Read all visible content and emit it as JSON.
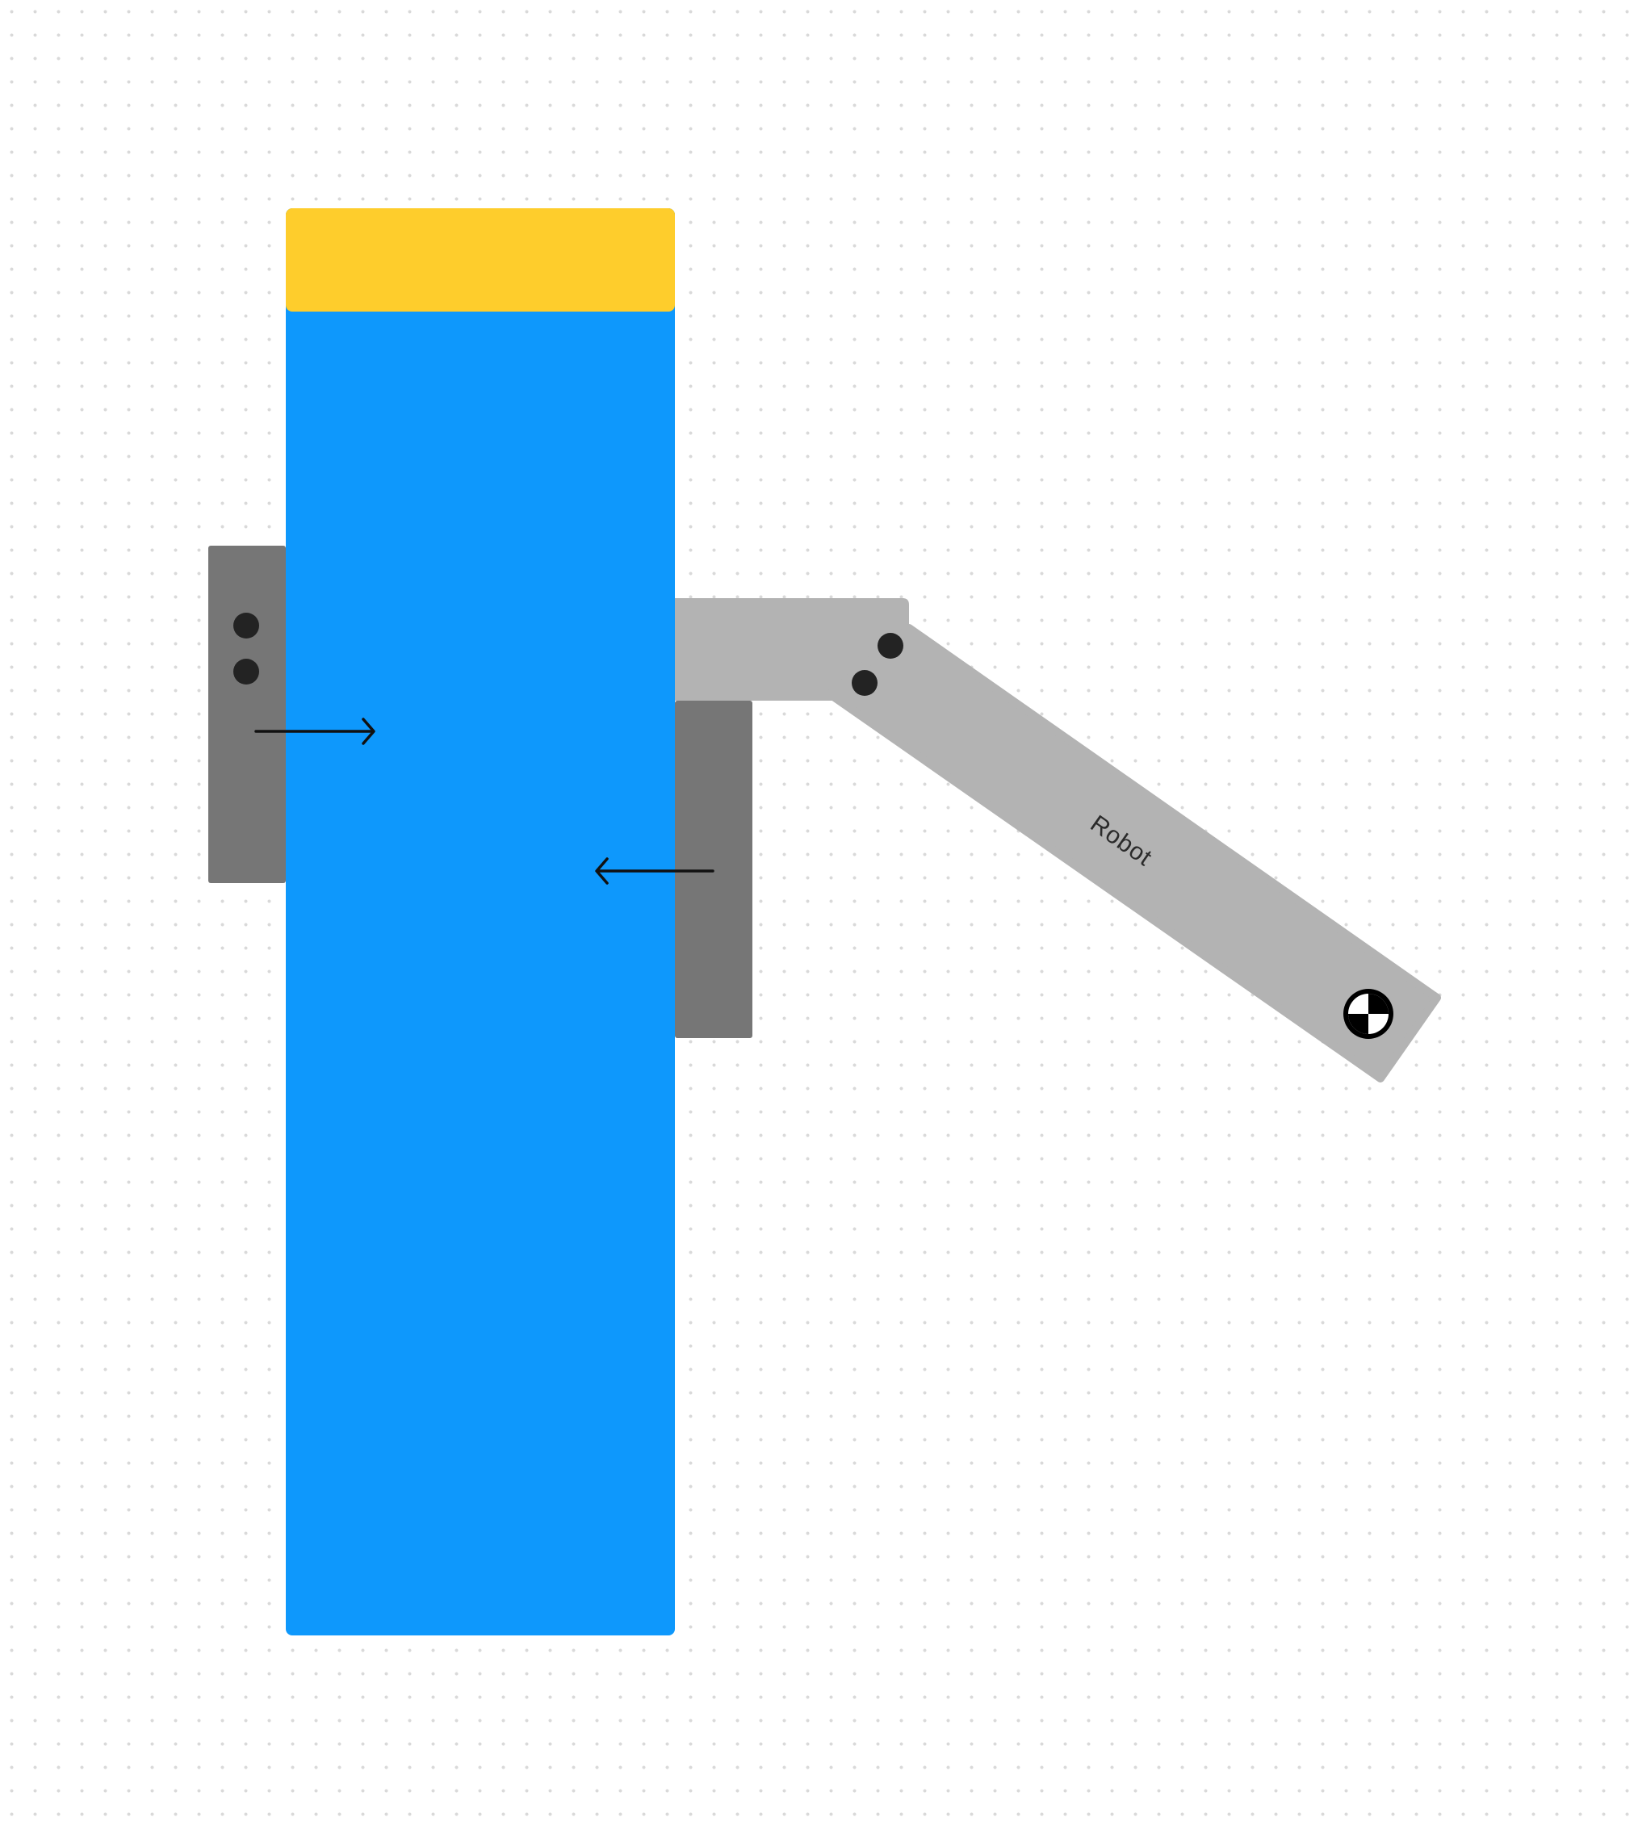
{
  "canvas": {
    "background": "#ffffff",
    "grid": "dotted"
  },
  "colors": {
    "column_body": "#0e98fc",
    "column_cap": "#fecd2c",
    "gripper_plate": "#767676",
    "robot_arm": "#b3b3b3",
    "joint_dot": "#232323",
    "arrow": "#111111"
  },
  "robot": {
    "label": "Robot",
    "base_marker_icon": "center-of-mass-icon"
  },
  "arrows": [
    {
      "direction": "right"
    },
    {
      "direction": "left"
    }
  ]
}
